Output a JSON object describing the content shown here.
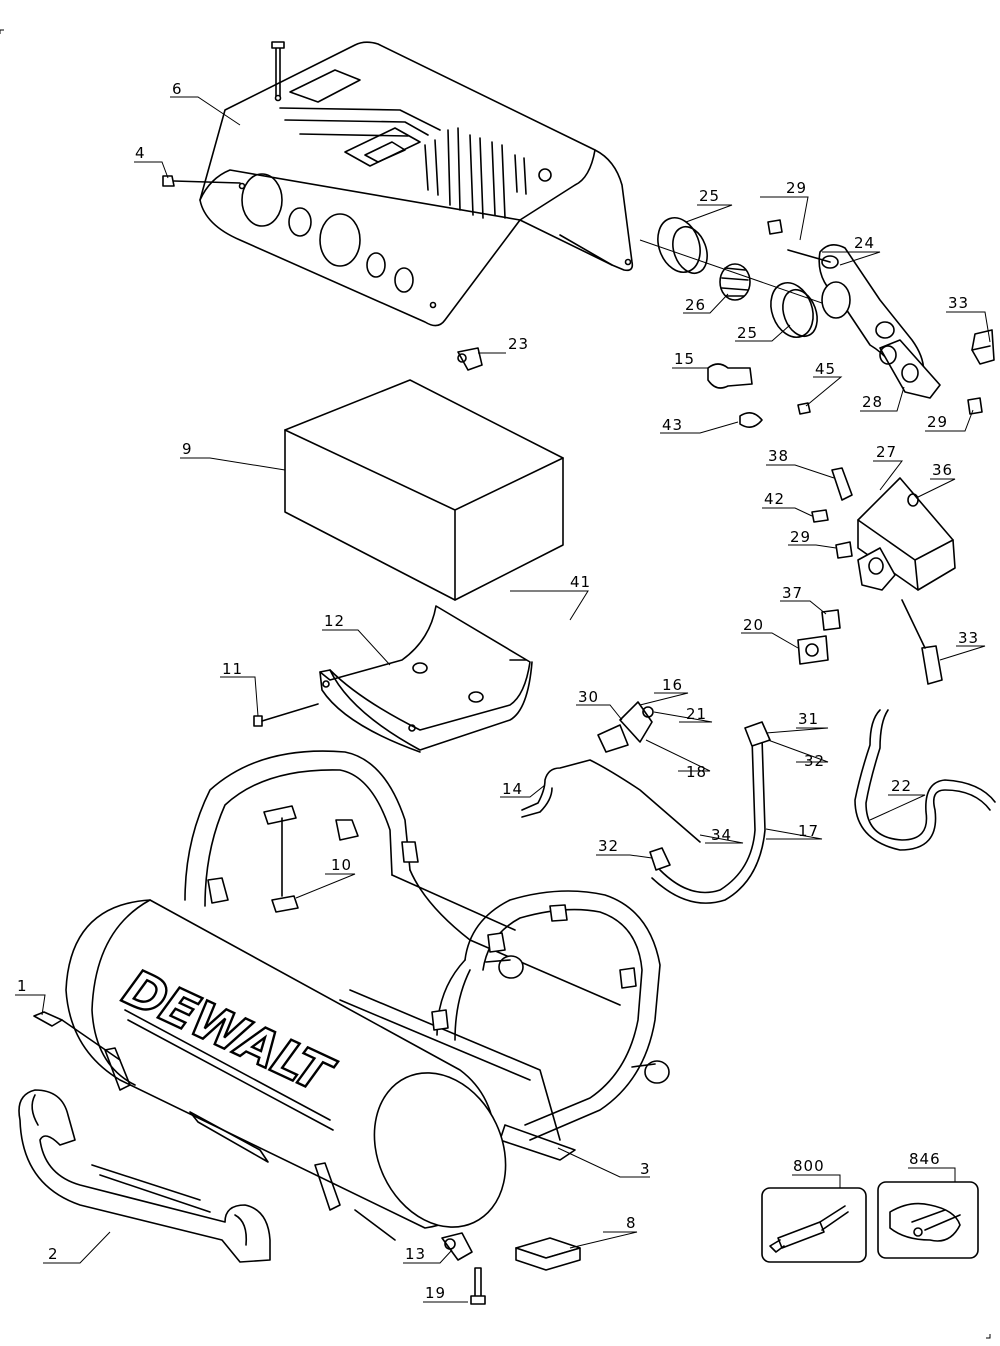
{
  "brand": "DEWALT",
  "labels": [
    {
      "id": "1",
      "text": "1"
    },
    {
      "id": "2",
      "text": "2"
    },
    {
      "id": "3",
      "text": "3"
    },
    {
      "id": "4",
      "text": "4"
    },
    {
      "id": "6",
      "text": "6"
    },
    {
      "id": "8",
      "text": "8"
    },
    {
      "id": "9",
      "text": "9"
    },
    {
      "id": "10",
      "text": "10"
    },
    {
      "id": "11",
      "text": "11"
    },
    {
      "id": "12",
      "text": "12"
    },
    {
      "id": "13",
      "text": "13"
    },
    {
      "id": "14",
      "text": "14"
    },
    {
      "id": "15",
      "text": "15"
    },
    {
      "id": "16",
      "text": "16"
    },
    {
      "id": "17",
      "text": "17"
    },
    {
      "id": "18",
      "text": "18"
    },
    {
      "id": "19",
      "text": "19"
    },
    {
      "id": "20",
      "text": "20"
    },
    {
      "id": "21",
      "text": "21"
    },
    {
      "id": "22",
      "text": "22"
    },
    {
      "id": "23",
      "text": "23"
    },
    {
      "id": "24",
      "text": "24"
    },
    {
      "id": "25a",
      "text": "25"
    },
    {
      "id": "25b",
      "text": "25"
    },
    {
      "id": "26",
      "text": "26"
    },
    {
      "id": "27",
      "text": "27"
    },
    {
      "id": "28",
      "text": "28"
    },
    {
      "id": "29a",
      "text": "29"
    },
    {
      "id": "29b",
      "text": "29"
    },
    {
      "id": "29c",
      "text": "29"
    },
    {
      "id": "30",
      "text": "30"
    },
    {
      "id": "31",
      "text": "31"
    },
    {
      "id": "32a",
      "text": "32"
    },
    {
      "id": "32b",
      "text": "32"
    },
    {
      "id": "33a",
      "text": "33"
    },
    {
      "id": "33b",
      "text": "33"
    },
    {
      "id": "34",
      "text": "34"
    },
    {
      "id": "36",
      "text": "36"
    },
    {
      "id": "37",
      "text": "37"
    },
    {
      "id": "38",
      "text": "38"
    },
    {
      "id": "41",
      "text": "41"
    },
    {
      "id": "42",
      "text": "42"
    },
    {
      "id": "43",
      "text": "43"
    },
    {
      "id": "45",
      "text": "45"
    },
    {
      "id": "800",
      "text": "800"
    },
    {
      "id": "846",
      "text": "846"
    }
  ]
}
